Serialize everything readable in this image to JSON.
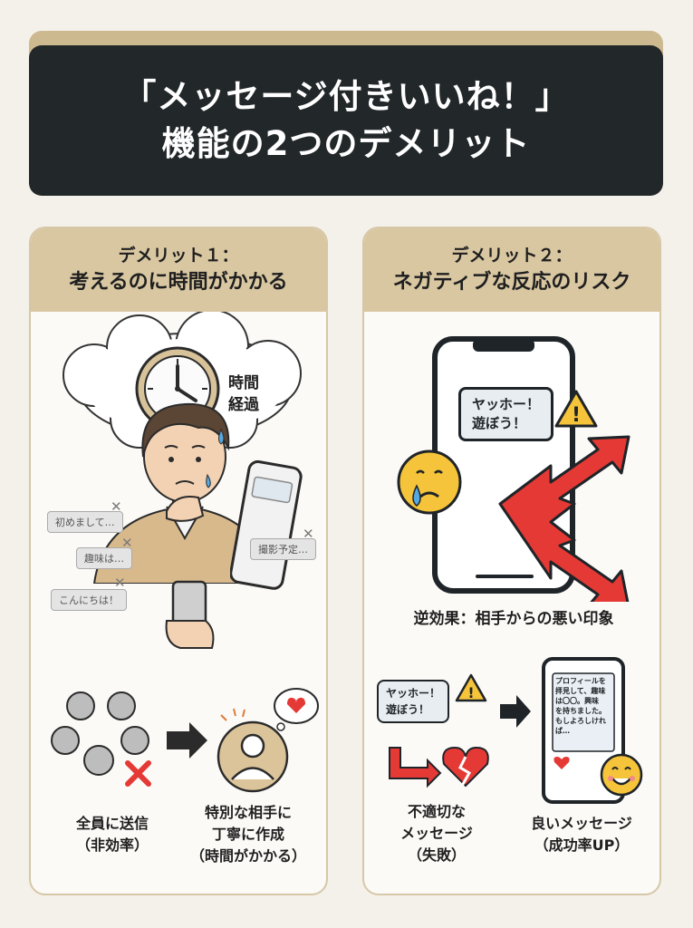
{
  "title": {
    "line1": "「メッセージ付きいいね！」",
    "line2": "機能の2つのデメリット"
  },
  "left": {
    "sub": "デメリット１：",
    "main": "考えるのに時間がかかる",
    "thought_label_1": "時間",
    "thought_label_2": "経過",
    "bubbles": [
      "初めまして…",
      "趣味は…",
      "こんにちは！",
      "撮影予定…"
    ],
    "x_mark": "✕",
    "left_label_1": "全員に送信",
    "left_label_2": "（非効率）",
    "right_label_1": "特別な相手に",
    "right_label_2": "丁寧に作成",
    "right_label_3": "（時間がかかる）"
  },
  "right": {
    "sub": "デメリット２：",
    "main": "ネガティブな反応のリスク",
    "speech_1": "ヤッホー！",
    "speech_2": "遊ぼう！",
    "warning_mark": "!",
    "effect_label": "逆効果：相手からの悪い印象",
    "small_speech_1": "ヤッホー！",
    "small_speech_2": "遊ぼう！",
    "phone_text": [
      "プロフィールを",
      "拝見して、趣味",
      "は〇〇。興味",
      "を持ちました。",
      "もしよろしけれ",
      "ば…"
    ],
    "bad_label_1": "不適切な",
    "bad_label_2": "メッセージ",
    "bad_label_3": "（失敗）",
    "good_label_1": "良いメッセージ",
    "good_label_2": "（成功率UP）"
  },
  "colors": {
    "dark": "#22272a",
    "tan": "#d9c7a2",
    "red": "#e53935",
    "yellow": "#f5c43b",
    "skin": "#f3d2b3",
    "cardigan": "#d8b98c"
  }
}
